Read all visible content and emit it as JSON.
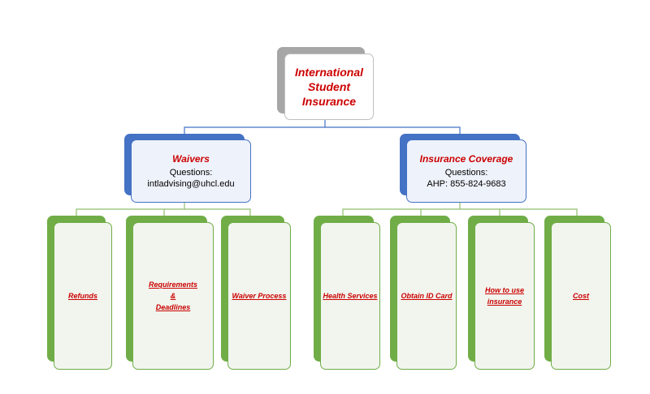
{
  "root": {
    "title": "International Student Insurance"
  },
  "waivers": {
    "title": "Waivers",
    "questions_label": "Questions:",
    "contact": "intladvising@uhcl.edu"
  },
  "coverage": {
    "title": "Insurance Coverage",
    "questions_label": "Questions:",
    "contact": "AHP: 855-824-9683"
  },
  "waiver_items": [
    {
      "label": "Refunds"
    },
    {
      "label_lines": [
        "Requirements",
        "&",
        "Deadlines"
      ]
    },
    {
      "label": "Waiver Process"
    }
  ],
  "coverage_items": [
    {
      "label": "Health Services"
    },
    {
      "label": "Obtain ID Card"
    },
    {
      "label_lines": [
        "How to use",
        "insurance"
      ]
    },
    {
      "label": "Cost"
    }
  ],
  "colors": {
    "root_back": "#a6a6a6",
    "root_border": "#bfbfbf",
    "mid_back": "#4472c4",
    "mid_front": "#eef2fa",
    "leaf_back": "#70ad47",
    "leaf_front": "#f1f5ee",
    "title_red": "#cc0000",
    "connector": "#4472c4",
    "leaf_connector": "#8fbf6e"
  }
}
